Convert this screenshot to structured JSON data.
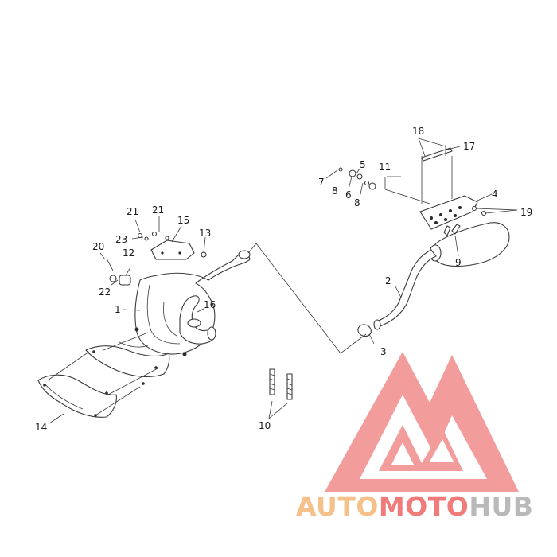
{
  "callouts": [
    {
      "id": "c1",
      "text": "1"
    },
    {
      "id": "c2",
      "text": "2"
    },
    {
      "id": "c3",
      "text": "3"
    },
    {
      "id": "c4",
      "text": "4"
    },
    {
      "id": "c5",
      "text": "5"
    },
    {
      "id": "c6",
      "text": "6"
    },
    {
      "id": "c7",
      "text": "7"
    },
    {
      "id": "c8a",
      "text": "8"
    },
    {
      "id": "c8b",
      "text": "8"
    },
    {
      "id": "c9",
      "text": "9"
    },
    {
      "id": "c10",
      "text": "10"
    },
    {
      "id": "c11",
      "text": "11"
    },
    {
      "id": "c12",
      "text": "12"
    },
    {
      "id": "c13",
      "text": "13"
    },
    {
      "id": "c14",
      "text": "14"
    },
    {
      "id": "c15",
      "text": "15"
    },
    {
      "id": "c16",
      "text": "16"
    },
    {
      "id": "c17",
      "text": "17"
    },
    {
      "id": "c18",
      "text": "18"
    },
    {
      "id": "c19",
      "text": "19"
    },
    {
      "id": "c20",
      "text": "20"
    },
    {
      "id": "c21a",
      "text": "21"
    },
    {
      "id": "c21b",
      "text": "21"
    },
    {
      "id": "c22",
      "text": "22"
    },
    {
      "id": "c23",
      "text": "23"
    }
  ],
  "watermark": {
    "part1": "AUTO",
    "part2": "MOTO",
    "part3": "HUB",
    "colors": {
      "orange": "#f6c08a",
      "red": "#f07b7b",
      "gray": "#b9b9b9"
    }
  }
}
